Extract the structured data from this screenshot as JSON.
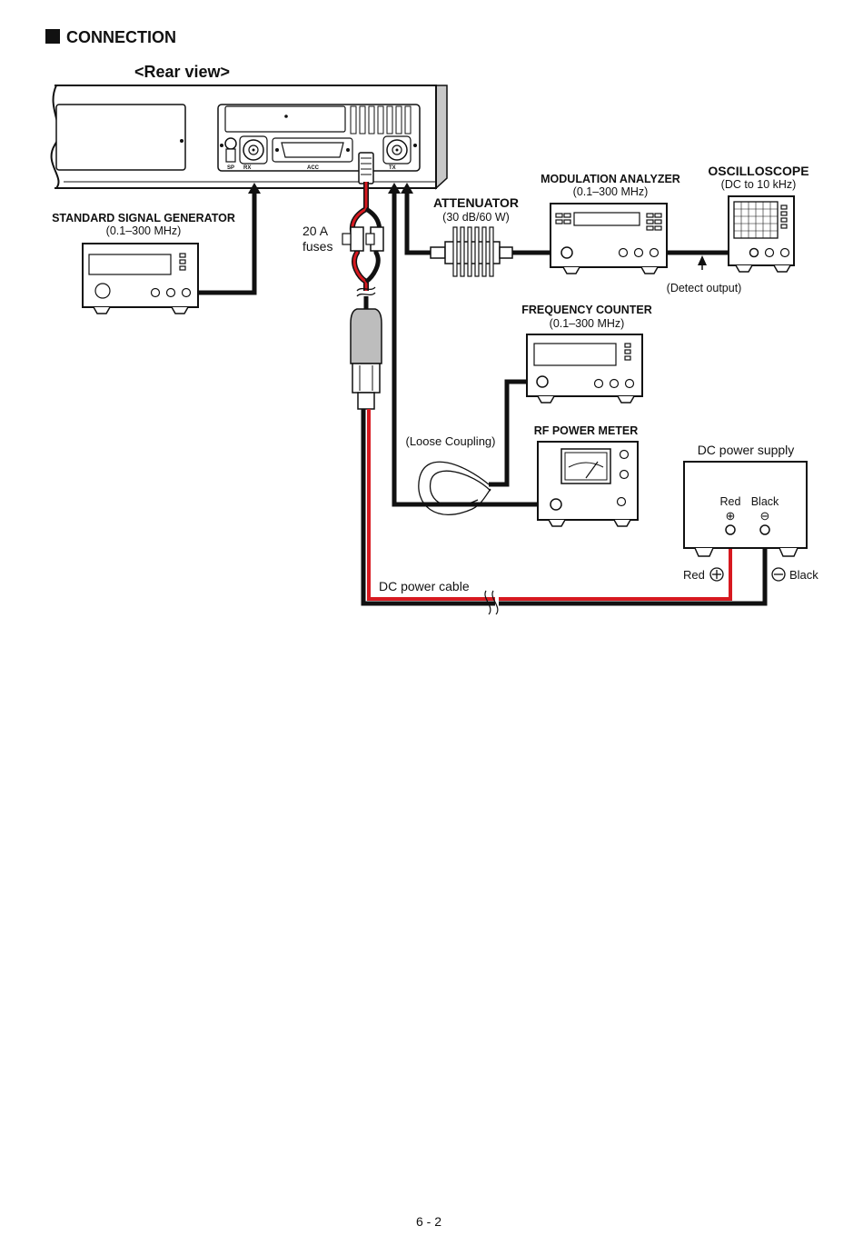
{
  "section": {
    "title": "CONNECTION"
  },
  "radio": {
    "view_label": "<Rear view>",
    "ports": {
      "sp": "SP",
      "rx": "RX",
      "acc": "ACC",
      "tx": "TX"
    }
  },
  "signal_generator": {
    "title": "STANDARD SIGNAL GENERATOR",
    "range": "(0.1–300 MHz)"
  },
  "fuses": {
    "line1": "20 A",
    "line2": "fuses"
  },
  "attenuator": {
    "title": "ATTENUATOR",
    "spec": "(30 dB/60 W)"
  },
  "modulation_analyzer": {
    "title": "MODULATION ANALYZER",
    "range": "(0.1–300 MHz)"
  },
  "oscilloscope": {
    "title": "OSCILLOSCOPE",
    "range": "(DC to 10 kHz)"
  },
  "detect_output": {
    "label": "(Detect output)"
  },
  "frequency_counter": {
    "title": "FREQUENCY COUNTER",
    "range": "(0.1–300 MHz)"
  },
  "rf_power_meter": {
    "title": "RF POWER METER"
  },
  "loose_coupling": {
    "label": "(Loose Coupling)"
  },
  "dc_power_supply": {
    "title": "DC power supply",
    "red": "Red",
    "black": "Black",
    "red_symbol": "⊕",
    "black_symbol": "⊖"
  },
  "dc_power_cable": {
    "label": "DC power cable"
  },
  "cable_labels": {
    "red": "Red",
    "black": "Black"
  },
  "colors": {
    "red_wire": "#d71920",
    "line": "#111111"
  },
  "page": {
    "number": "6 - 2"
  }
}
